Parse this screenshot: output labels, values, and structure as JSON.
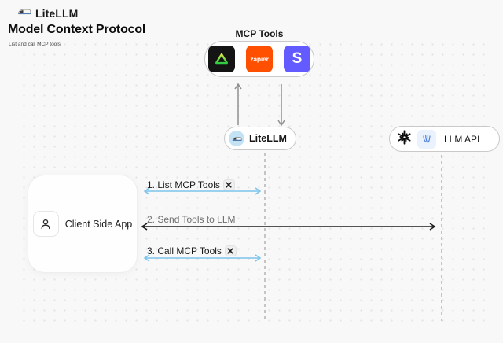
{
  "colors": {
    "background": "#f8f8f8",
    "box_border": "#c9c9c9",
    "blue_arrow": "#7cc4ea",
    "black_arrow": "#1c1c1c",
    "gray_arrow": "#909090",
    "lifeline_dash": "#b4b4b4",
    "zapier_orange": "#ff4f00",
    "stripe_purple": "#635bff",
    "tool_tile_black": "#141414",
    "litellm_badge_blue": "#c3e2f4",
    "provider_tile_blue": "#e9f2fd"
  },
  "header": {
    "brand": "LiteLLM",
    "title": "Model Context Protocol",
    "subtitle": "List and call MCP tools"
  },
  "mcp_tools": {
    "label": "MCP Tools",
    "zapier_label": "zapier",
    "stripe_label": "S"
  },
  "nodes": {
    "litellm_label": "LiteLLM",
    "llm_api_label": "LLM API",
    "client_label": "Client Side App"
  },
  "sequence": {
    "steps": [
      {
        "label": "1. List MCP Tools"
      },
      {
        "label": "2. Send Tools to LLM"
      },
      {
        "label": "3. Call MCP Tools"
      }
    ]
  }
}
